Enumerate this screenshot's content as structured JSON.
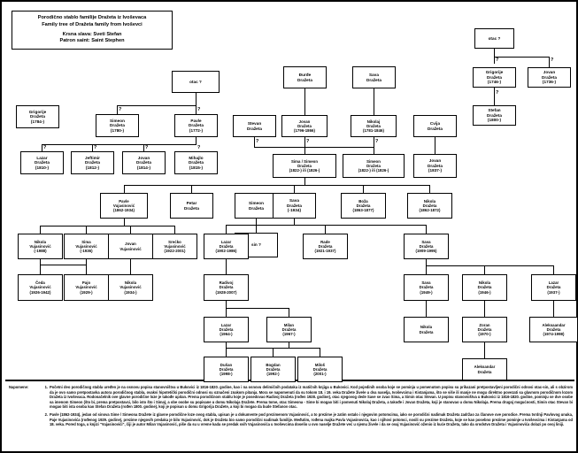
{
  "title": {
    "line1": "Porodično stablo familije Dražeta iz Ivoševaca",
    "line2": "Family tree of Dražeta family from Ivoševci",
    "line3": "Krsna slava: Sveti Stefan",
    "line4": "Patron saint: Saint Stephen"
  },
  "unknown_marker": "?",
  "nodes": {
    "otac_left": {
      "l1": "otac ?",
      "l2": "",
      "l3": ""
    },
    "otac_right": {
      "l1": "otac ?",
      "l2": "",
      "l3": ""
    },
    "grigorije_1746": {
      "l1": "Grigorije",
      "l2": "Dražeta",
      "l3": "(1746-)"
    },
    "jovan_1736": {
      "l1": "Jovan",
      "l2": "Dražeta",
      "l3": "(1736-)"
    },
    "stefan_1800": {
      "l1": "Stefan",
      "l2": "Dražeta",
      "l3": "(1800-)"
    },
    "grigorije_1784": {
      "l1": "Grigorije",
      "l2": "Dražeta",
      "l3": "(1784-)"
    },
    "simeon_1780": {
      "l1": "Simeon",
      "l2": "Dražeta",
      "l3": "(1780-)"
    },
    "pavle_1772": {
      "l1": "Pavle",
      "l2": "Dražeta",
      "l3": "(1772-)"
    },
    "djurdje": {
      "l1": "Đurđe",
      "l2": "Dražeta",
      "l3": ""
    },
    "sava_top": {
      "l1": "Sava",
      "l2": "Dražeta",
      "l3": ""
    },
    "stevan": {
      "l1": "Stevan",
      "l2": "Dražeta",
      "l3": ""
    },
    "jovan_1796": {
      "l1": "Jovan",
      "l2": "Dražeta",
      "l3": "(1796-1866)"
    },
    "nikolaj_1781": {
      "l1": "Nikolaj",
      "l2": "Dražeta",
      "l3": "(1781-1846)"
    },
    "cvija": {
      "l1": "Cvija",
      "l2": "Dražeta",
      "l3": ""
    },
    "lazar_1810": {
      "l1": "Lazar",
      "l2": "Dražeta",
      "l3": "(1810-)"
    },
    "jeftimir_1812": {
      "l1": "Jeftimir",
      "l2": "Dražeta",
      "l3": "(1812-)"
    },
    "jovan_1814": {
      "l1": "Jovan",
      "l2": "Dražeta",
      "l3": "(1814-)"
    },
    "mihajlo_1815": {
      "l1": "Mihajlo",
      "l2": "Dražeta",
      "l3": "(1815-)"
    },
    "sima_simeon": {
      "l1": "Sima / Simeon",
      "l2": "Dražeta",
      "l3": "(1822-) ili (1826-)"
    },
    "simeon_1822": {
      "l1": "Simeon",
      "l2": "Dražeta",
      "l3": "(1822-) ili (1826-)"
    },
    "jovan_1837": {
      "l1": "Jovan",
      "l2": "Dražeta",
      "l3": "(1837-)"
    },
    "pavle_v_1862": {
      "l1": "Pavle",
      "l2": "Vujasinović",
      "l3": "(1862-1934)"
    },
    "petar_drazeta": {
      "l1": "Petar",
      "l2": "Dražeta",
      "l3": ""
    },
    "simeon_mid": {
      "l1": "Simeon",
      "l2": "Dražeta",
      "l3": ""
    },
    "sava_1934": {
      "l1": "Sava",
      "l2": "Dražeta",
      "l3": "(-1934)"
    },
    "boza_1863": {
      "l1": "Boža",
      "l2": "Dražeta",
      "l3": "(1863-1877)"
    },
    "nikola_1862": {
      "l1": "Nikola",
      "l2": "Dražeta",
      "l3": "(1862-1872)"
    },
    "nikola_v_1988": {
      "l1": "Nikola",
      "l2": "Vujasinović",
      "l3": "(-1988)"
    },
    "sima_v_1936": {
      "l1": "Sima",
      "l2": "Vujasinović",
      "l3": "(-1936)"
    },
    "jovan_v": {
      "l1": "Jovan",
      "l2": "Vujasinović",
      "l3": ""
    },
    "srecko_v_1922": {
      "l1": "Srećko",
      "l2": "Vujasinović",
      "l3": "(1922-2001)"
    },
    "sin_q": {
      "l1": "sin ?",
      "l2": "",
      "l3": ""
    },
    "lazar_1902": {
      "l1": "Lazar",
      "l2": "Dražeta",
      "l3": "(1902-1986)"
    },
    "rade_1921": {
      "l1": "Rade",
      "l2": "Dražeta",
      "l3": "(1921-1937)"
    },
    "sava_1909": {
      "l1": "Sava",
      "l2": "Dražeta",
      "l3": "(1909-1995)"
    },
    "ceda_v_1926": {
      "l1": "Čeda",
      "l2": "Vujasinović",
      "l3": "(1926-1942)"
    },
    "pajo_v_1929": {
      "l1": "Pajo",
      "l2": "Vujasinović",
      "l3": "(1929-)"
    },
    "nikola_v_1934": {
      "l1": "Nikola",
      "l2": "Vujasinović",
      "l3": "(1934-)"
    },
    "radivoj_1928": {
      "l1": "Radivoj",
      "l2": "Dražeta",
      "l3": "(1928-2007)"
    },
    "sava_1949": {
      "l1": "Sava",
      "l2": "Dražeta",
      "l3": "(1949-)"
    },
    "nikola_1946": {
      "l1": "Nikola",
      "l2": "Dražeta",
      "l3": "(1946-)"
    },
    "lazar_1937": {
      "l1": "Lazar",
      "l2": "Dražeta",
      "l3": "(1937-)"
    },
    "lazar_1964": {
      "l1": "Lazar",
      "l2": "Dražeta",
      "l3": "(1964-)"
    },
    "milan_1967": {
      "l1": "Milan",
      "l2": "Dražeta",
      "l3": "(1967-)"
    },
    "nikola_bottom": {
      "l1": "Nikola",
      "l2": "Dražeta",
      "l3": ""
    },
    "zoran_1970": {
      "l1": "Zoran",
      "l2": "Dražeta",
      "l3": "(1970-)"
    },
    "aleksandar_1974": {
      "l1": "Aleksaandar",
      "l2": "Dražeta",
      "l3": "(1974-1998)"
    },
    "dusan_1998": {
      "l1": "Dušan",
      "l2": "Dražeta",
      "l3": "(1998-)"
    },
    "bogdan_1992": {
      "l1": "Bogdan",
      "l2": "Dražeta",
      "l3": "(1992-)"
    },
    "milos_2001": {
      "l1": "Miloš",
      "l2": "Dražeta",
      "l3": "(2001-)"
    },
    "aleksandar_bottom": {
      "l1": "Aleksandar",
      "l2": "Dražeta",
      "l3": ""
    }
  },
  "notes": {
    "label": "Napomene:",
    "items": [
      {
        "num": "1.",
        "text": "Početni deo porodičnog stabla uređen je na osnovu popisa stanovništva u Bukovici iz 1816-1820. godine, kao i na osnovu delimičnih podataka iz matičnih knjiga u Bukovici. Kod pojedinih osoba koje se pominju u pomenutom popisu su prikazani pretpostavljeni porodični odnosi otac-sin, ali s obzirom da je ovo samo pretpostavka autora porodičnog stabla, ovakvi hipotetički porodični odnosi su označeni znakom pitanja. Mora se napomenuti da su tokom 18. i 19. veka Dražete živele u dva naselja, Ivoševcima i Kistanjama, što se više ili manje ne mogu direktno povezati sa glavnom porodičnom lozom Dražeta iz Ivoševaca. Rodonačelnik ove glavne porodične loze je takođe upitan. Prema porodičnom stablu koje je posedovao Radivoj Dražeta (rođen 1928. godine), otac njegovog dede Save se zvao Sima, a Simin otac Stevan. U popisu stanovništva u Bukovici iz 1816-1820. godine, pominju se dve osobe sa imenom Simeon (što bi, prema pretpostavci, bilo isto što i Sima), a obe osobe su popisane u domu Nikolaja Dražete. Prema tome, otac Simeona - Sime bi mogao biti i pomenuti Nikolaj Dražeta, a takođe i Jovan Dražeta, koji je stanovao u domu Nikolaja. Prema drugoj mogućnosti, Simin otac Stevan bi mogao biti ista osoba kao Stefan Dražeta (rođen 1800. godine), koji je popisan u domu Grigorija Dražete, a koji bi mogao da bude Stefanov otac."
      },
      {
        "num": "2.",
        "text": "Pavle (1862-1934), jedan od sinova Sime / Simeona Dražete iz glavne porodične loze ovog stabla, upisan je u dokumente pod prezimenom Vujasinović, a to prezime je zatim ostalo i njegovim potomcima, iako se porodični nadimak Dražeta zadržao za članove ove porodice. Prema tvrdnji Pavlovog unuka, Paje Vujasinovića (rođenog 1929. godine), prezime njegovih predaka je bilo Vujasinović, dok je Dražeta bio samo porodični nadimak familije. Međutim, rođena majka Pavla Vujasinovića, kao i njihovi potomci, nosili su prezime Dražeta, koje se kao posebno prezime pominje u Ivoševcima i Kistanjama od 18. veka. Pored toga, u knjizi \"Vujasinovići\", čiji je autor Milan Vujasinović, piše da su u vreme kada se predak svih Vujasinovića u Ivoševcima doselio u ovo naselje Dražete već u njemu živele i da se ovaj Vujasinović oženio iz kuće Dražeta, tako da srodstvo Dražeta i Vujasinovića dolazi po ovoj liniji."
      }
    ]
  }
}
